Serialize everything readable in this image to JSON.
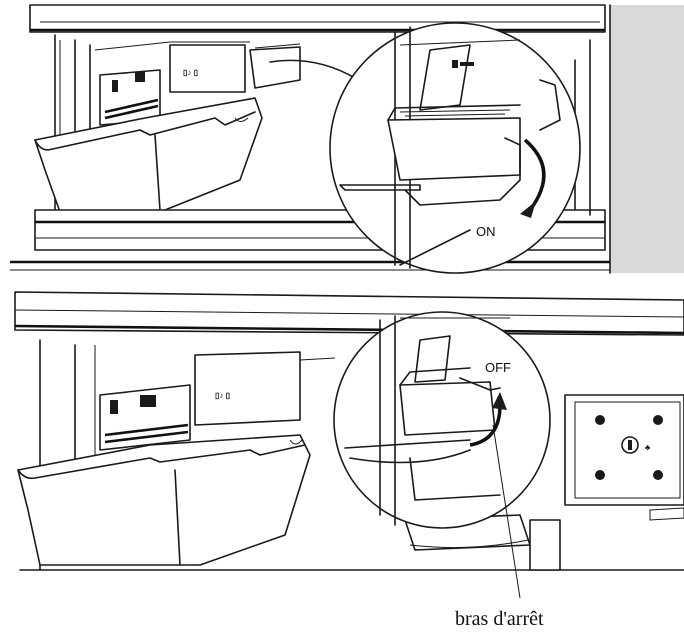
{
  "panels": [
    {
      "id": "top",
      "callout_label": "ON"
    },
    {
      "id": "bottom",
      "callout_label": "OFF"
    }
  ],
  "annotation": {
    "text": "bras d'arrêt"
  }
}
